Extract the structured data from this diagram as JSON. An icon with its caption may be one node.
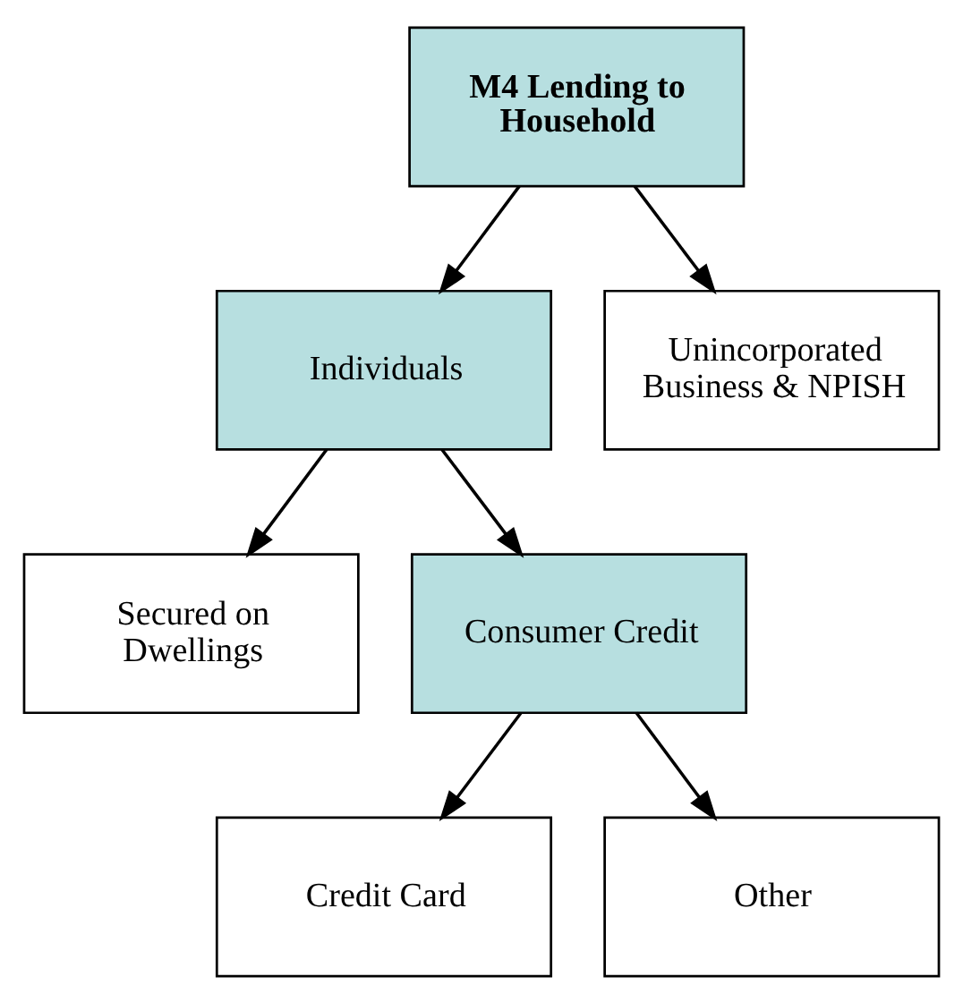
{
  "diagram": {
    "nodes": [
      {
        "text": [
          "M4 Lending to Household"
        ]
      },
      {
        "text": [
          "Individuals"
        ]
      },
      {
        "text": [
          "Unincorporated Business & NPISH"
        ]
      },
      {
        "text": [
          "Secured on Dwellings"
        ]
      },
      {
        "text": [
          "Consumer Credit"
        ]
      },
      {
        "text": [
          "Credit Card"
        ]
      },
      {
        "text": [
          "Other"
        ]
      }
    ],
    "edges": [
      {
        "from": 0,
        "to": 1,
        "arrow": "to"
      },
      {
        "from": 0,
        "to": 2,
        "arrow": "to"
      },
      {
        "from": 1,
        "to": 3,
        "arrow": "to"
      },
      {
        "from": 1,
        "to": 4,
        "arrow": "to"
      },
      {
        "from": 4,
        "to": 5,
        "arrow": "to"
      },
      {
        "from": 4,
        "to": 6,
        "arrow": "to"
      }
    ]
  }
}
